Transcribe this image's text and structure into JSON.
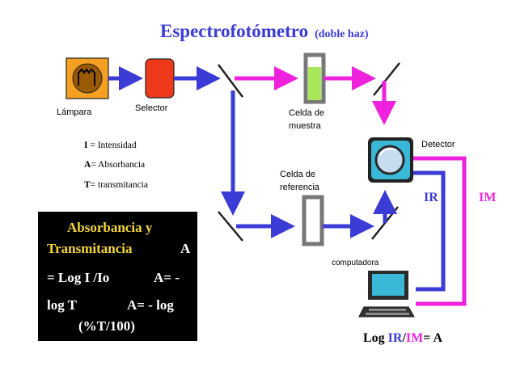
{
  "title": {
    "main": "Espectrofotómetro",
    "sub": "(doble haz)"
  },
  "components": {
    "lamp": "Lámpara",
    "selector": "Selector",
    "sample_cell_line1": "Celda de",
    "sample_cell_line2": "muestra",
    "reference_cell_line1": "Celda de",
    "reference_cell_line2": "referencia",
    "detector": "Detector",
    "computer": "computadora"
  },
  "legend": [
    {
      "symbol": "I",
      "text": " = Intensidad"
    },
    {
      "symbol": "A",
      "text": "= Absorbancia"
    },
    {
      "symbol": "T",
      "text": "= transmitancia"
    }
  ],
  "formula_box": {
    "line1": "Absorbancia y",
    "line2_a": "Transmitancia",
    "line2_b": "A",
    "line3_a": "= Log I /Io",
    "line3_b": "A= -",
    "line4_a": "log T",
    "line4_b": "A= - log",
    "line5": "(%T/100)"
  },
  "signals": {
    "ir": "IR",
    "im": "IM"
  },
  "log_formula": {
    "prefix": "Log ",
    "ir": "IR",
    "slash": "/",
    "im": "IM",
    "suffix": "= A"
  },
  "colors": {
    "beam_blue": "#3b3bd6",
    "beam_magenta": "#ee22dd",
    "selector_red": "#ee3a1a",
    "lamp_orange": "#f59a1a",
    "cell_green": "#a8e65a",
    "title_blue": "#3b3bd6"
  }
}
